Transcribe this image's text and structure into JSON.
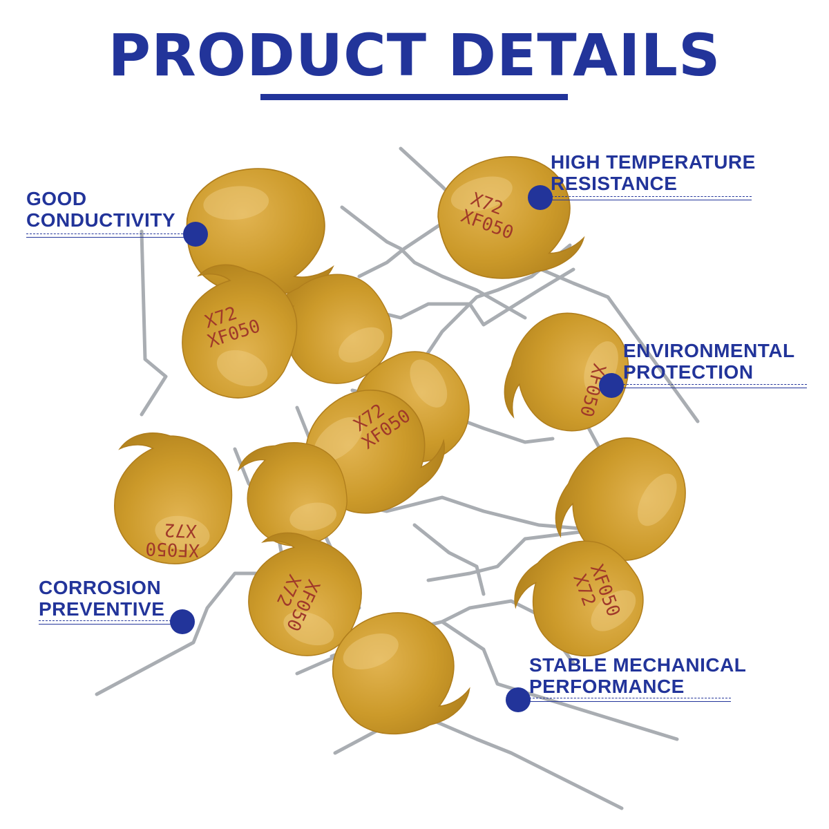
{
  "title": "PRODUCT DETAILS",
  "colors": {
    "heading": "#22349a",
    "component_body": "#cc9a2a",
    "component_marking": "#a0392a",
    "lead_wire": "#a9adb2"
  },
  "component_marking": {
    "line1": "X72",
    "line2": "XF050"
  },
  "callouts": {
    "good_conductivity": {
      "line1": "GOOD",
      "line2": "CONDUCTIVITY"
    },
    "high_temperature": {
      "line1": "HIGH TEMPERATURE",
      "line2": "RESISTANCE"
    },
    "environmental": {
      "line1": "ENVIRONMENTAL",
      "line2": "PROTECTION"
    },
    "corrosion": {
      "line1": "CORROSION",
      "line2": "PREVENTIVE"
    },
    "mechanical": {
      "line1": "STABLE MECHANICAL",
      "line2": "PERFORMANCE"
    }
  }
}
